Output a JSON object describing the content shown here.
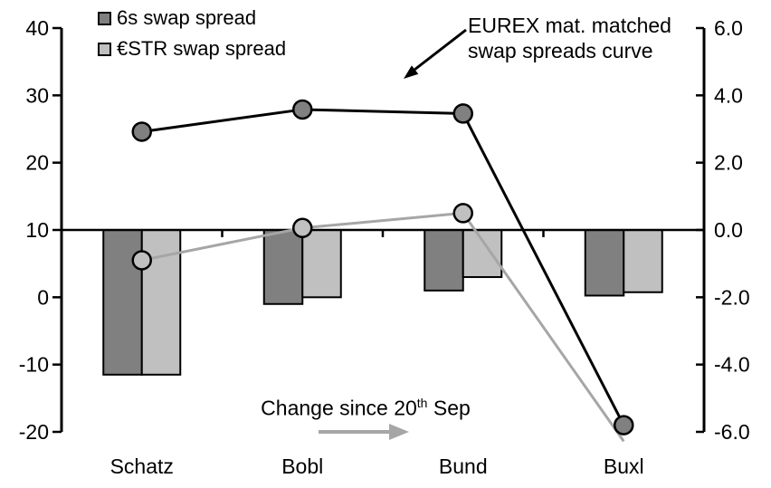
{
  "chart_data": {
    "type": "combo-bar-line",
    "categories": [
      "Schatz",
      "Bobl",
      "Bund",
      "Buxl"
    ],
    "left_axis": {
      "tick_labels": [
        "40",
        "30",
        "20",
        "10",
        "0",
        "-10",
        "-20"
      ],
      "min": -20,
      "max": 40
    },
    "right_axis": {
      "tick_labels": [
        "6.0",
        "4.0",
        "2.0",
        "0.0",
        "-2.0",
        "-4.0",
        "-6.0"
      ],
      "min": -6,
      "max": 6
    },
    "grid": false,
    "legend_position": "top-left-inside",
    "bar_series": [
      {
        "name": "6s swap spread",
        "axis": "right",
        "color": "#808080",
        "border": "#000000",
        "values": [
          -4.3,
          -2.2,
          -1.8,
          -1.95
        ]
      },
      {
        "name": "€STR swap spread",
        "axis": "right",
        "color": "#c0c0c0",
        "border": "#000000",
        "values": [
          -4.3,
          -2.0,
          -1.4,
          -1.85
        ]
      }
    ],
    "line_series": [
      {
        "name": "6s swap spread (EUREX mat. matched curve)",
        "axis": "left",
        "color": "#000000",
        "marker_fill": "#808080",
        "values": [
          24.6,
          27.9,
          27.3,
          -19.0
        ]
      },
      {
        "name": "€STR swap spread (EUREX mat. matched curve)",
        "axis": "left",
        "color": "#a6a6a6",
        "marker_fill": "#c0c0c0",
        "values": [
          5.5,
          10.3,
          12.5,
          -21.4
        ]
      }
    ]
  },
  "legend": {
    "items": [
      {
        "label": "6s swap spread",
        "swatch": "#808080"
      },
      {
        "label": "€STR swap spread",
        "swatch": "#c0c0c0"
      }
    ]
  },
  "annotations": {
    "curve_label": {
      "line1": "EUREX mat. matched",
      "line2": "swap spreads curve"
    },
    "change_label": {
      "prefix": "Change since 20",
      "sup": "th",
      "suffix": " Sep"
    },
    "arrow_color_change": "#a6a6a6",
    "arrow_color_curve": "#000000"
  }
}
